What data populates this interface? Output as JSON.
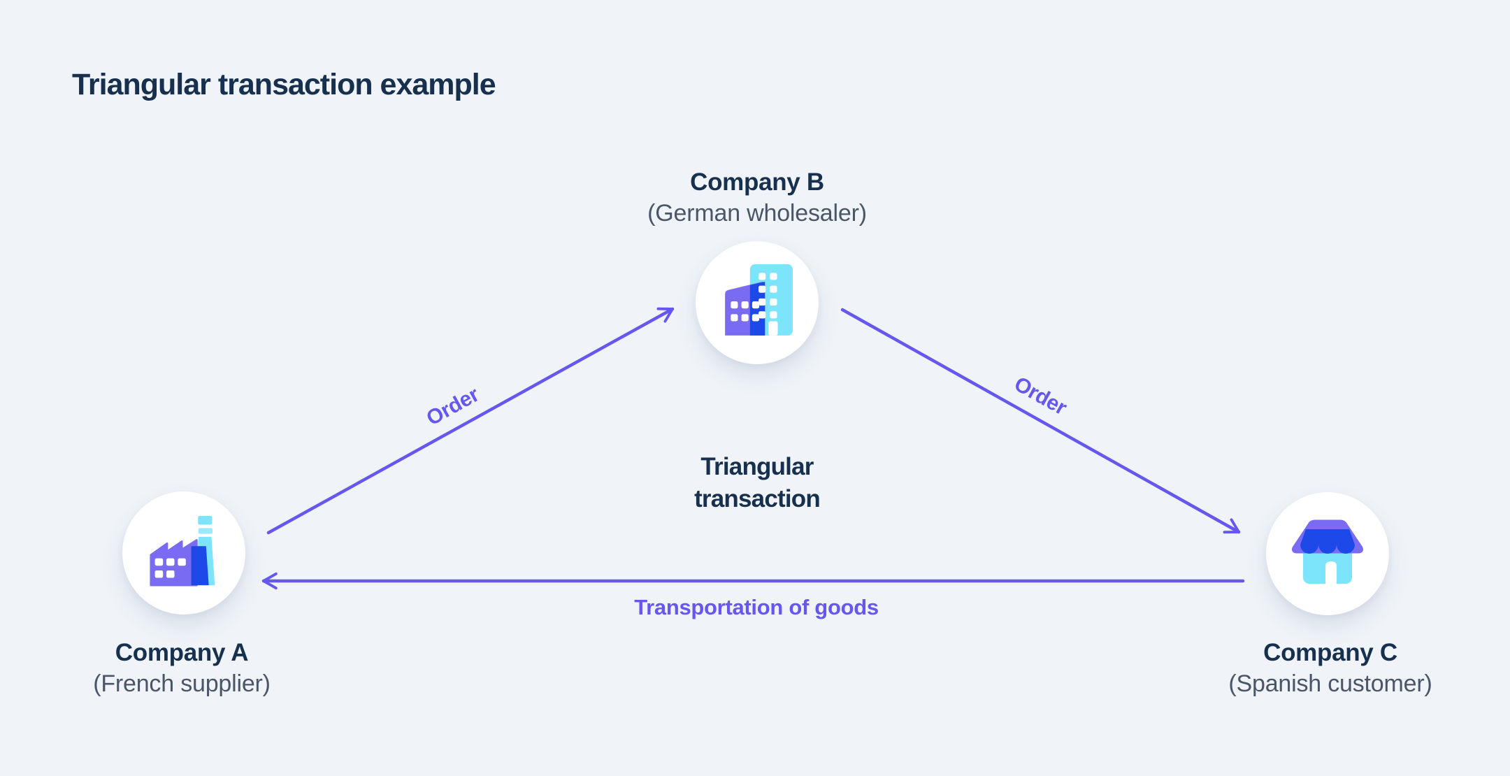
{
  "title": "Triangular transaction example",
  "center_label": "Triangular transaction",
  "nodes": [
    {
      "id": "A",
      "label": "Company A",
      "sublabel": "(French supplier)",
      "icon": "factory-icon"
    },
    {
      "id": "B",
      "label": "Company B",
      "sublabel": "(German wholesaler)",
      "icon": "office-building-icon"
    },
    {
      "id": "C",
      "label": "Company C",
      "sublabel": "(Spanish customer)",
      "icon": "storefront-icon"
    }
  ],
  "edges": [
    {
      "from": "Company A",
      "to": "Company B",
      "label": "Order"
    },
    {
      "from": "Company B",
      "to": "Company C",
      "label": "Order"
    },
    {
      "from": "Company C",
      "to": "Company A",
      "label": "Transportation of goods"
    }
  ],
  "colors": {
    "background": "#f0f4f8",
    "heading_navy": "#16304e",
    "sublabel_gray": "#4a5668",
    "accent_purple": "#6557f0",
    "icon_purple": "#7a6cf2",
    "icon_cyan": "#7ce4fb",
    "icon_deep_blue": "#1d49e8",
    "node_circle_white": "#ffffff"
  }
}
